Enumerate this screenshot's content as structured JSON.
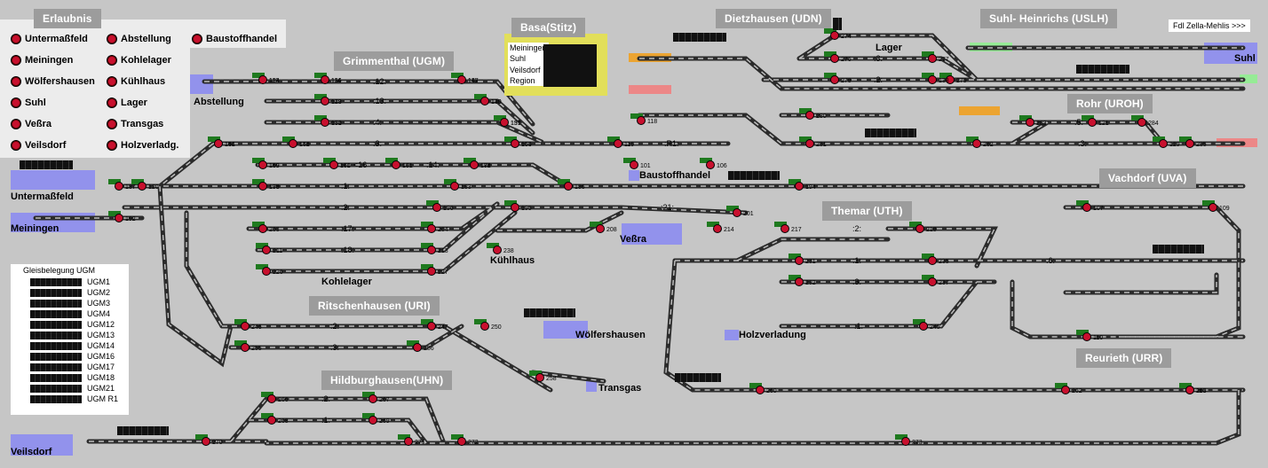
{
  "window": {
    "fdl_link": "Fdl Zella-Mehlis >>>"
  },
  "permissions": {
    "title": "Erlaubnis",
    "items": [
      "Untermaßfeld",
      "Abstellung",
      "Baustoffhandel",
      "Meiningen",
      "Kohlelager",
      "Wölfershausen",
      "Kühlhaus",
      "Suhl",
      "Lager",
      "Veßra",
      "Transgas",
      "Veilsdorf",
      "Holzverladg."
    ]
  },
  "basa": {
    "title": "Basa(Stitz)",
    "items": [
      "Meiningen",
      "Suhl",
      "Veilsdorf",
      "Region"
    ]
  },
  "stations": {
    "grimmenthal": "Grimmenthal (UGM)",
    "dietzhausen": "Dietzhausen (UDN)",
    "suhl_heinrichs": "Suhl- Heinrichs (USLH)",
    "rohr": "Rohr (UROH)",
    "vachdorf": "Vachdorf (UVA)",
    "themar": "Themar (UTH)",
    "ritschenhausen": "Ritschenhausen (URI)",
    "hildburghausen": "Hildburghausen(UHN)",
    "reurieth": "Reurieth (URR)"
  },
  "locations": {
    "abstellung": "Abstellung",
    "baustoffhandel": "Baustoffhandel",
    "lager": "Lager",
    "suhl": "Suhl",
    "untermassfeld": "Untermaßfeld",
    "meiningen": "Meiningen",
    "kuehlhaus": "Kühlhaus",
    "vessra": "Veßra",
    "kohlelager": "Kohlelager",
    "woelfershausen": "Wölfershausen",
    "holzverladung": "Holzverladung",
    "transgas": "Transgas",
    "veilsdorf": "Veilsdorf"
  },
  "gleisbelegung": {
    "title": "Gleisbelegung UGM",
    "rows": [
      "UGM1",
      "UGM2",
      "UGM3",
      "UGM4",
      "UGM12",
      "UGM13",
      "UGM14",
      "UGM16",
      "UGM17",
      "UGM18",
      "UGM21",
      "UGM R1"
    ]
  },
  "track_labels": [
    ":12:",
    ":13:",
    ":4:",
    ":3:",
    ":14:",
    ":1:",
    ":2:",
    ":17:",
    ":18:",
    ":R1:",
    ":21:",
    ":2:",
    ":1:",
    ":3:",
    ":5:",
    ":1:",
    ":2:",
    ":3:",
    ":2:",
    ":1:",
    ":3:",
    ":2:",
    ":3:",
    ":6:"
  ],
  "signal_numbers": [
    "112",
    "114",
    "115",
    "128",
    "130",
    "131",
    "137",
    "141",
    "142",
    "158",
    "159",
    "160",
    "161",
    "174",
    "175",
    "183",
    "186",
    "187",
    "192",
    "194",
    "195",
    "196",
    "201",
    "203",
    "204",
    "208",
    "211",
    "213",
    "214",
    "217",
    "218",
    "226",
    "227",
    "231",
    "232",
    "235",
    "237",
    "238",
    "245",
    "246",
    "247",
    "250",
    "255",
    "256",
    "258",
    "260",
    "262",
    "263",
    "266",
    "267",
    "268",
    "269",
    "270",
    "271",
    "272",
    "273",
    "274",
    "276",
    "277",
    "278",
    "279",
    "280",
    "281",
    "282",
    "283",
    "284",
    "285",
    "101",
    "106",
    "107",
    "109",
    "110",
    "116",
    "118",
    "119",
    "120",
    "121",
    "129",
    "133",
    "134",
    "136",
    "147",
    "148",
    "149",
    "150",
    "151",
    "154",
    "156",
    "164",
    "169",
    "171",
    "181",
    "182",
    "198"
  ],
  "misc": {
    "km_label": "<16"
  },
  "colors": {
    "bg": "#c6c6c6",
    "track": "#2a2a2a",
    "signal_red": "#c8102e",
    "signal_green": "#1f7a1f",
    "occupied_blue": "#8c8cf0",
    "overlay_orange": "#f0a020",
    "overlay_red": "#f08080",
    "overlay_green": "#90ee90"
  }
}
